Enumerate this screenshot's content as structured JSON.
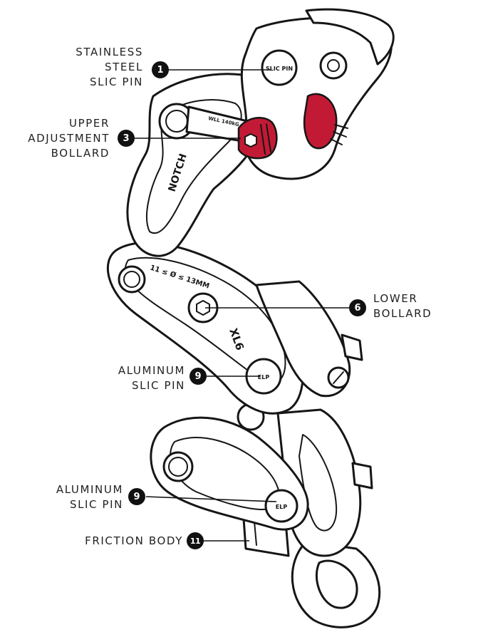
{
  "colors": {
    "line": "#161616",
    "accent_red": "#c21a35",
    "badge": "#111111",
    "background": "#ffffff"
  },
  "engravings": {
    "wll": "WLL 140kG",
    "brand": "NOTCH",
    "range": "11 ≤ Ø ≤ 13MM",
    "model": "XL6",
    "pin_top": "SLIC PIN",
    "pin_mark": "ELP"
  },
  "callouts": [
    {
      "id": "stainless-steel-slic-pin",
      "number": "1",
      "label": "STAINLESS\nSTEEL\nSLIC PIN",
      "side": "left"
    },
    {
      "id": "upper-adjustment-bollard",
      "number": "3",
      "label": "UPPER\nADJUSTMENT\nBOLLARD",
      "side": "left"
    },
    {
      "id": "lower-bollard",
      "number": "6",
      "label": "LOWER\nBOLLARD",
      "side": "right"
    },
    {
      "id": "aluminum-slic-pin-upper",
      "number": "9",
      "label": "ALUMINUM\nSLIC PIN",
      "side": "left"
    },
    {
      "id": "aluminum-slic-pin-lower",
      "number": "9",
      "label": "ALUMINUM\nSLIC PIN",
      "side": "left"
    },
    {
      "id": "friction-body",
      "number": "11",
      "label": "FRICTION BODY",
      "side": "left"
    }
  ]
}
